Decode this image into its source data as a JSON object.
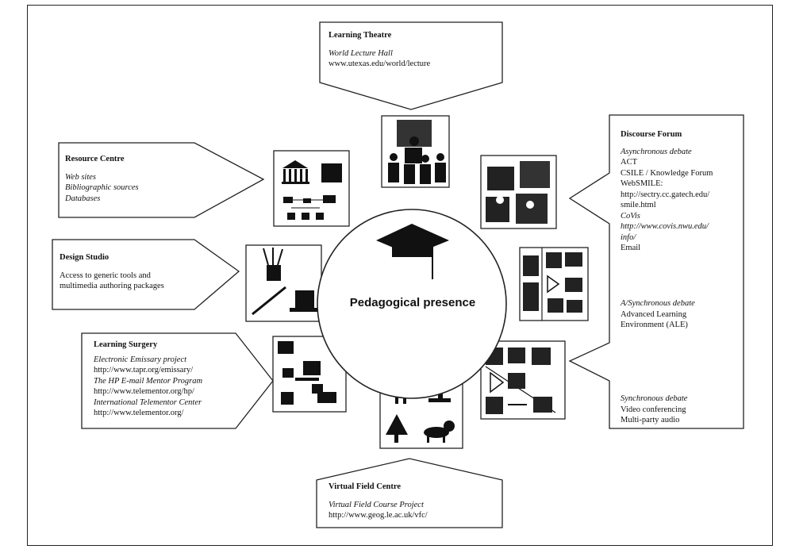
{
  "center": {
    "label": "Pedagogical presence",
    "icon": "graduation-cap-icon"
  },
  "learning_theatre": {
    "title": "Learning Theatre",
    "lines": [
      {
        "text": "World Lecture Hall",
        "italic": true
      },
      {
        "text": "www.utexas.edu/world/lecture",
        "italic": false
      }
    ]
  },
  "resource_centre": {
    "title": "Resource Centre",
    "lines": [
      {
        "text": "Web sites",
        "italic": true
      },
      {
        "text": "Bibliographic sources",
        "italic": true
      },
      {
        "text": "Databases",
        "italic": true
      }
    ]
  },
  "design_studio": {
    "title": "Design Studio",
    "lines": [
      {
        "text": "Access to generic tools and",
        "italic": false
      },
      {
        "text": "multimedia authoring packages",
        "italic": false
      }
    ]
  },
  "learning_surgery": {
    "title": "Learning Surgery",
    "lines": [
      {
        "text": "Electronic Emissary project",
        "italic": true
      },
      {
        "text": "http://www.tapr.org/emissary/",
        "italic": false
      },
      {
        "text": "The HP E-mail Mentor Program",
        "italic": true
      },
      {
        "text": "http://www.telementor.org/hp/",
        "italic": false
      },
      {
        "text": "International Telementor Center",
        "italic": true
      },
      {
        "text": "http://www.telementor.org/",
        "italic": false
      }
    ]
  },
  "virtual_field_centre": {
    "title": "Virtual Field Centre",
    "lines": [
      {
        "text": "Virtual Field Course Project",
        "italic": true
      },
      {
        "text": "http://www.geog.le.ac.uk/vfc/",
        "italic": false
      }
    ]
  },
  "discourse_forum": {
    "title": "Discourse Forum",
    "lines": [
      {
        "text": "Asynchronous debate",
        "italic": true
      },
      {
        "text": "ACT",
        "italic": false
      },
      {
        "text": "CSILE / Knowledge Forum",
        "italic": false
      },
      {
        "text": "WebSMILE:",
        "italic": false
      },
      {
        "text": "http://sectry.cc.gatech.edu/",
        "italic": false
      },
      {
        "text": "smile.html",
        "italic": false
      },
      {
        "text": "CoVis",
        "italic": true
      },
      {
        "text": "http://www.covis.nwu.edu/",
        "italic": true
      },
      {
        "text": "info/",
        "italic": true
      },
      {
        "text": "Email",
        "italic": false
      }
    ],
    "lines2": [
      {
        "text": "A/Synchronous debate",
        "italic": true
      },
      {
        "text": "Advanced Learning",
        "italic": false
      },
      {
        "text": "Environment (ALE)",
        "italic": false
      }
    ],
    "lines3": [
      {
        "text": "Synchronous debate",
        "italic": true
      },
      {
        "text": "Video conferencing",
        "italic": false
      },
      {
        "text": "Multi-party audio",
        "italic": false
      }
    ]
  }
}
